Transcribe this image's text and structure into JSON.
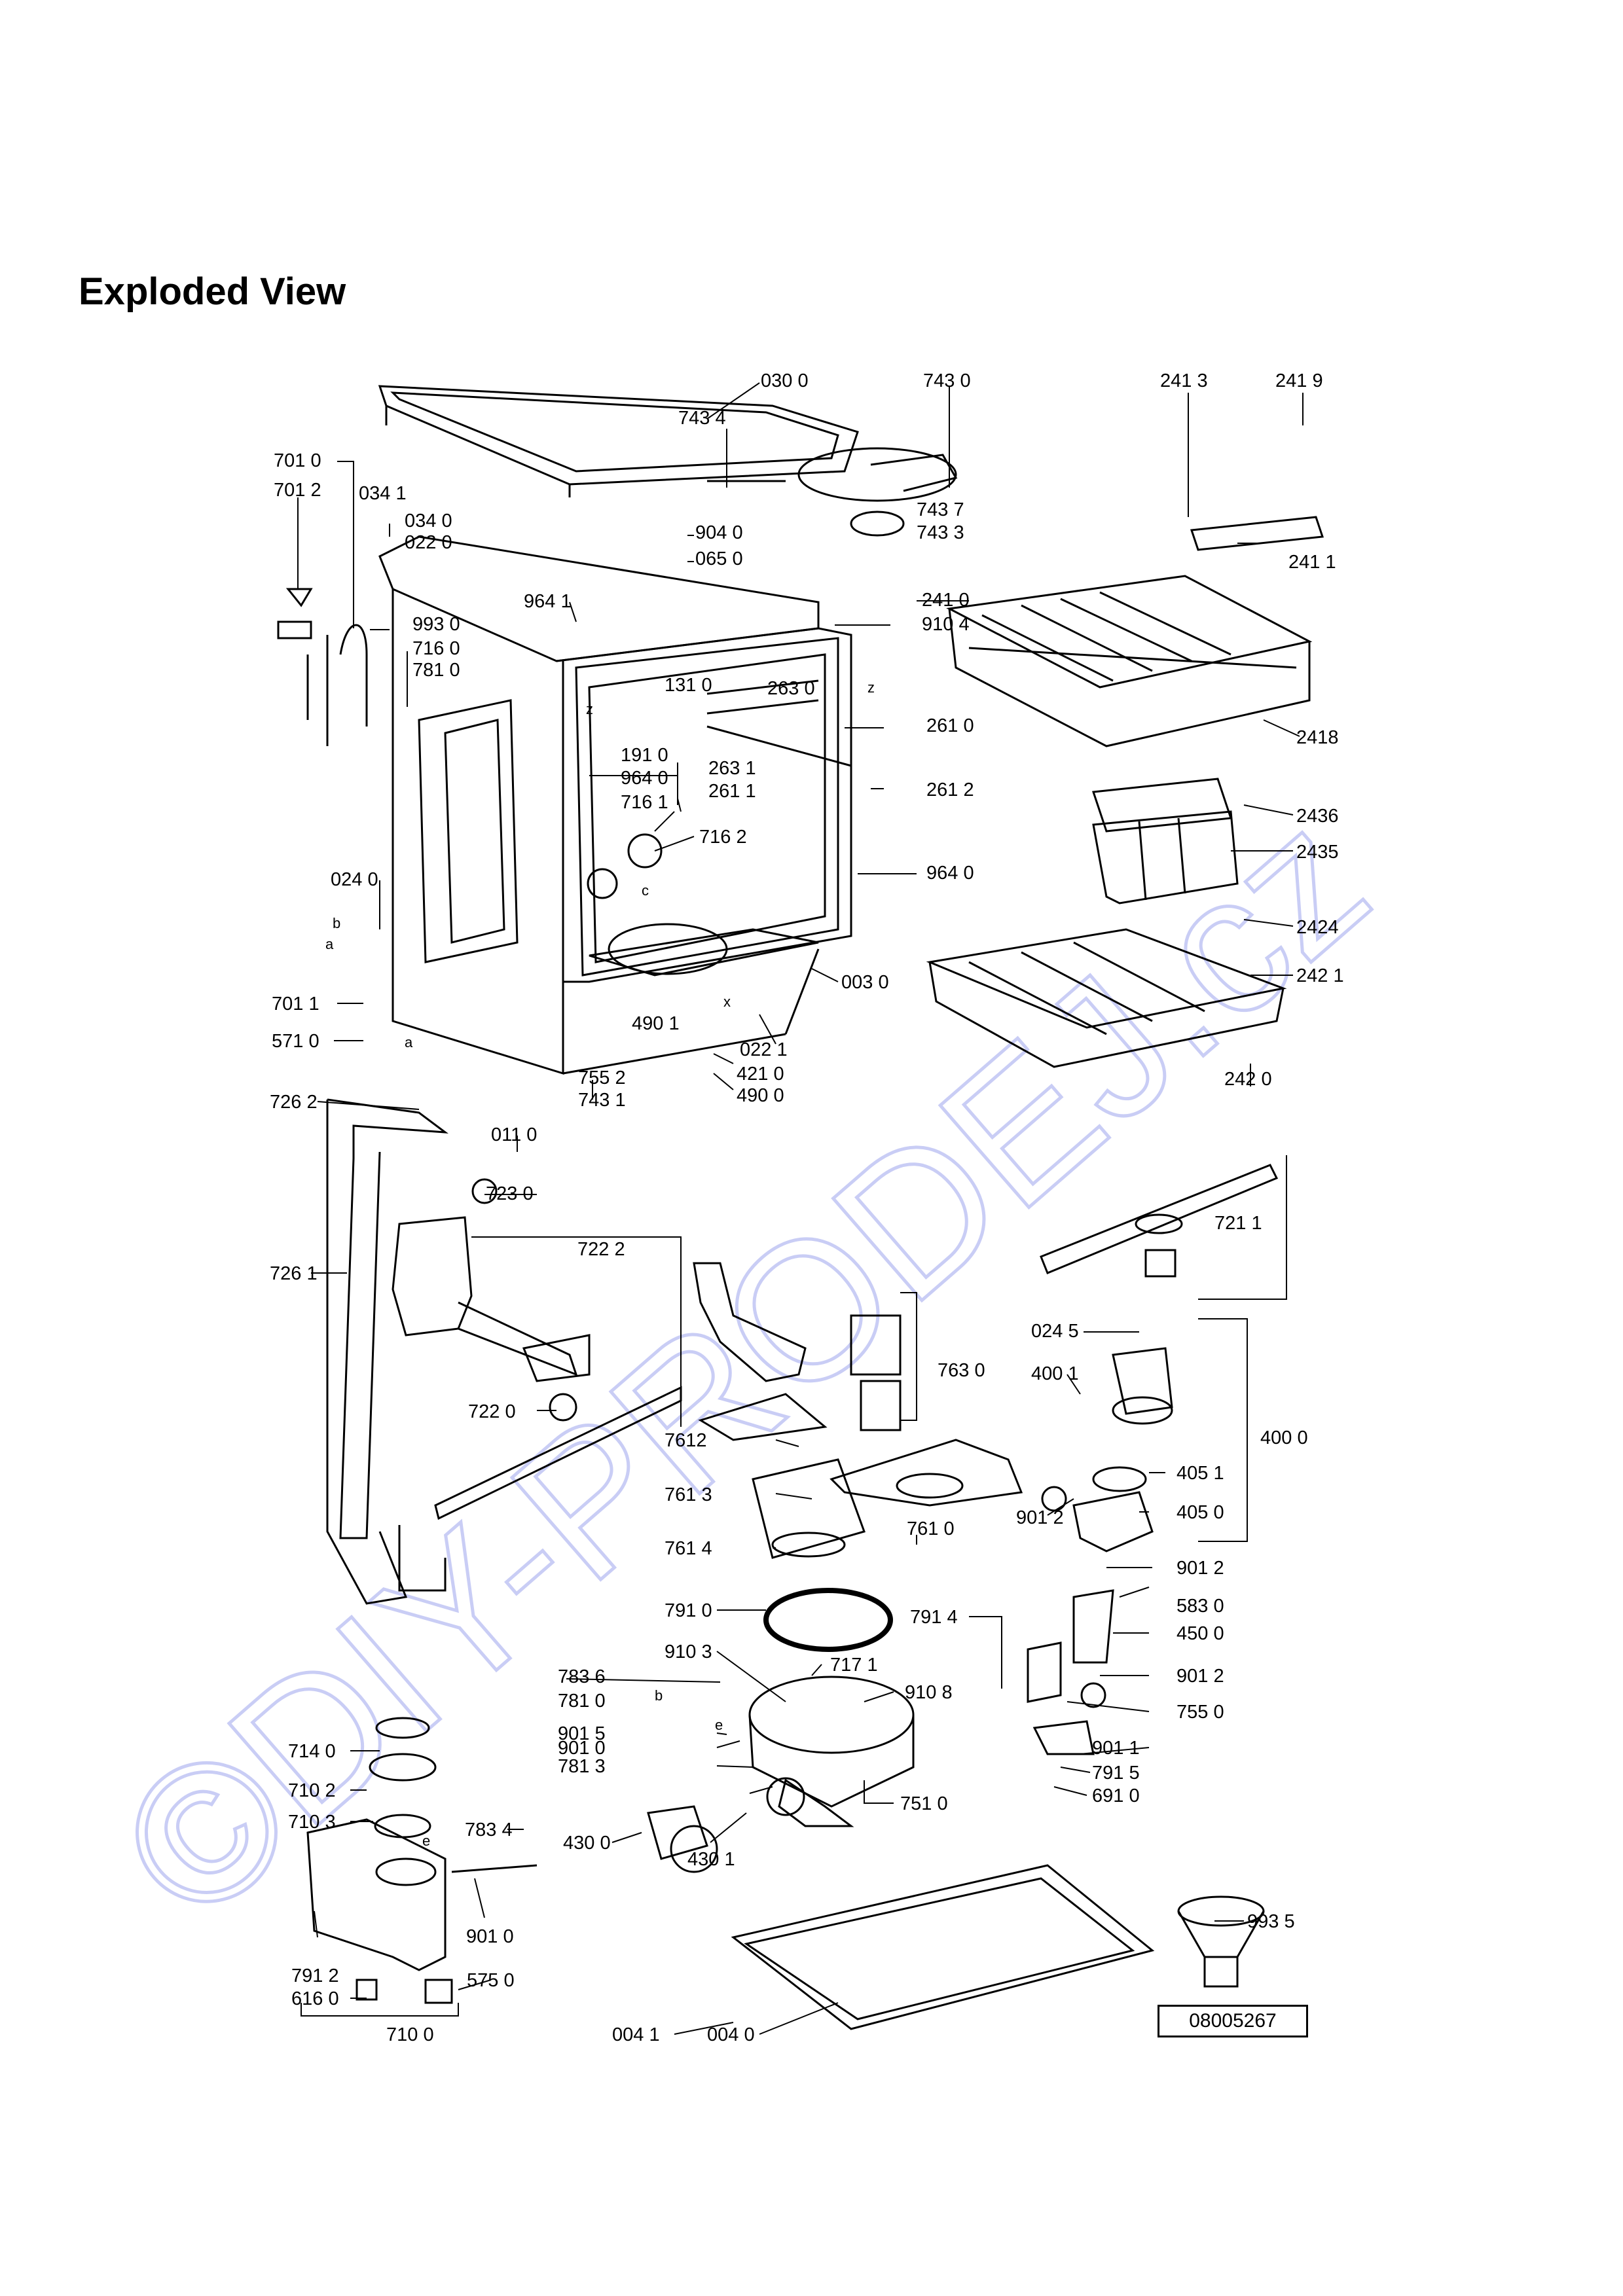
{
  "title": "Exploded View",
  "watermark": "©DIY-PRODEJ.cz",
  "reference_code": "08005267",
  "colors": {
    "line": "#000000",
    "watermark": "#c9cdf5"
  },
  "labels": {
    "l0300": "030 0",
    "l7430": "743 0",
    "l2413": "241 3",
    "l2419": "241 9",
    "l7434": "743 4",
    "l7010": "701 0",
    "l0341": "034 1",
    "l7012": "701 2",
    "l7437": "743 7",
    "l7433": "743 3",
    "l9040": "904 0",
    "l0340": "034 0",
    "l0220": "022 0",
    "l0650": "065 0",
    "l2411": "241 1",
    "l9641": "964 1",
    "l2410": "241 0",
    "l9104": "910 4",
    "l9930": "993 0",
    "l7160": "716 0",
    "l7810": "781 0",
    "l1310": "131 0",
    "l2630": "263 0",
    "l2610": "261 0",
    "l2418": "2418",
    "l1910": "191 0",
    "l2631": "263 1",
    "l9640a": "964 0",
    "l2611": "261 1",
    "l2612": "261 2",
    "l7161": "716 1",
    "l2436": "2436",
    "l7162": "716 2",
    "l2435": "2435",
    "l0240": "024 0",
    "l9640b": "964 0",
    "l2424": "2424",
    "l2421": "242 1",
    "l0030": "003 0",
    "l7011": "701 1",
    "l4901": "490 1",
    "l0221": "022 1",
    "l4210": "421 0",
    "l5710": "571 0",
    "l2420": "242 0",
    "l4900": "490 0",
    "l7552": "755 2",
    "l7262": "726 2",
    "l0110": "011 0",
    "l7431": "743 1",
    "l7230": "723 0",
    "l7211": "721 1",
    "l7222": "722 2",
    "l7261": "726 1",
    "l7630": "763 0",
    "l0245": "024 5",
    "l4001": "400 1",
    "l7220": "722 0",
    "l4000": "400 0",
    "l7612": "7612",
    "l4051": "405 1",
    "l7613": "761 3",
    "l4050": "405 0",
    "l9012a": "901 2",
    "l7614": "761 4",
    "l7610": "761 0",
    "l9012b": "901 2",
    "l5830": "583 0",
    "l7910": "791 0",
    "l7914": "791 4",
    "l4500": "450 0",
    "l9103": "910 3",
    "l7171": "717 1",
    "l9012c": "901 2",
    "l7836": "783 6",
    "l9108": "910 8",
    "l7810b": "781 0",
    "l7550": "755 0",
    "l7140": "714 0",
    "l9015": "901 5",
    "l9011": "901 1",
    "l9010a": "901 0",
    "l7102": "710 2",
    "l7813": "781 3",
    "l7915": "791 5",
    "l7510": "751 0",
    "l6910": "691 0",
    "l7103": "710 3",
    "l7834": "783 4",
    "l4300": "430 0",
    "l4301": "430 1",
    "l9010b": "901 0",
    "l9935": "993 5",
    "l7912": "791 2",
    "l5750": "575 0",
    "l6160": "616 0",
    "l0041": "004 1",
    "l0040": "004 0",
    "l7100": "710 0"
  },
  "letters": {
    "a": "a",
    "b": "b",
    "c": "c",
    "e1": "e",
    "e2": "e",
    "a2": "a",
    "b2": "b",
    "x": "x",
    "z1": "z",
    "z2": "z"
  }
}
